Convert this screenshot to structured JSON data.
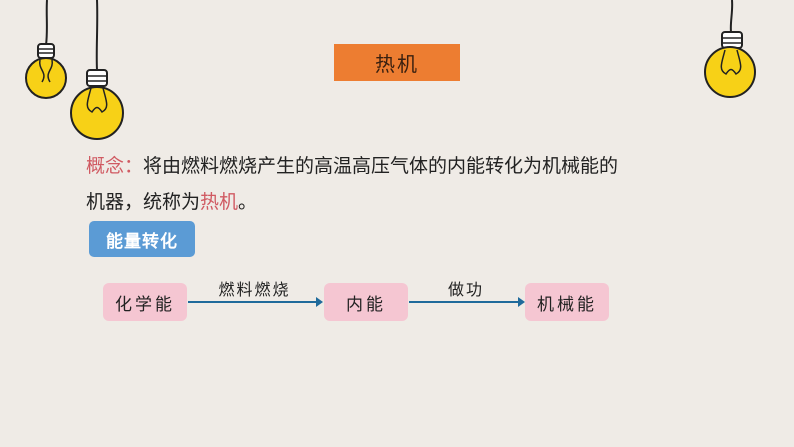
{
  "slide": {
    "title": "热机",
    "concept": {
      "label": "概念：",
      "text_line1": "将由燃料燃烧产生的高温高压气体的内能转化为机械能的",
      "text_line2_prefix": "机器，统称为",
      "highlight": "热机",
      "suffix": "。"
    },
    "section_badge": "能量转化",
    "flow": {
      "nodes": [
        {
          "label": "化学能"
        },
        {
          "label": "内能"
        },
        {
          "label": "机械能"
        }
      ],
      "arrows": [
        {
          "label": "燃料燃烧"
        },
        {
          "label": "做功"
        }
      ]
    }
  },
  "colors": {
    "background": "#efebe6",
    "title_box": "#ed7d31",
    "badge": "#5b9bd5",
    "node": "#f5c6d2",
    "arrow": "#1f6a9b",
    "highlight_text": "#d05a62",
    "bulb": "#f7d117"
  }
}
